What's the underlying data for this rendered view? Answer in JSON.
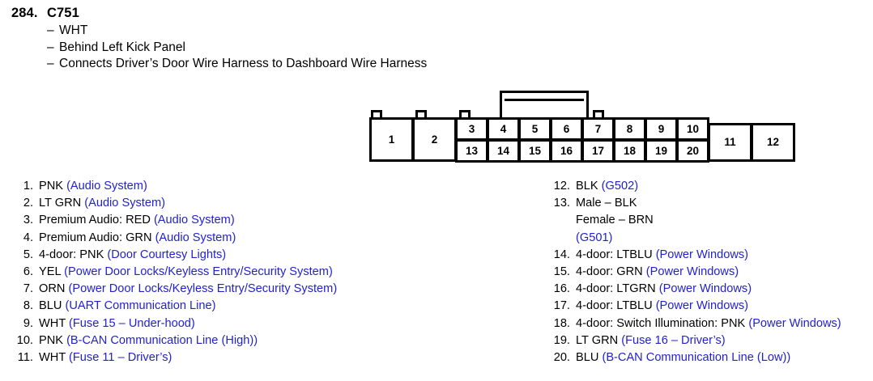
{
  "header": {
    "number": "284.",
    "connector_id": "C751",
    "lines": [
      "WHT",
      "Behind Left Kick Panel",
      "Connects Driver’s Door Wire Harness to Dashboard Wire Harness"
    ]
  },
  "connector": {
    "left_pins": [
      "1",
      "2"
    ],
    "right_pins": [
      "11",
      "12"
    ],
    "top_row": [
      "3",
      "4",
      "5",
      "6",
      "7",
      "8",
      "9",
      "10"
    ],
    "bottom_row": [
      "13",
      "14",
      "15",
      "16",
      "17",
      "18",
      "19",
      "20"
    ]
  },
  "colors": {
    "text": "#000000",
    "circuit_reference": "#2222cc",
    "outline": "#000000"
  },
  "pins_left": [
    {
      "num": "1.",
      "code": "PNK ",
      "ref": "(Audio System)"
    },
    {
      "num": "2.",
      "code": "LT GRN ",
      "ref": "(Audio System)"
    },
    {
      "num": "3.",
      "code": "Premium Audio: RED ",
      "ref": "(Audio System)"
    },
    {
      "num": "4.",
      "code": "Premium Audio: GRN ",
      "ref": "(Audio System)"
    },
    {
      "num": "5.",
      "code": "4-door: PNK ",
      "ref": "(Door Courtesy Lights)"
    },
    {
      "num": "6.",
      "code": "YEL ",
      "ref": "(Power Door Locks/Keyless Entry/Security System)"
    },
    {
      "num": "7.",
      "code": "ORN ",
      "ref": "(Power Door Locks/Keyless Entry/Security System)"
    },
    {
      "num": "8.",
      "code": "BLU ",
      "ref": "(UART Communication Line)"
    },
    {
      "num": "9.",
      "code": "WHT ",
      "ref": "(Fuse 15 – Under-hood)"
    },
    {
      "num": "10.",
      "code": "PNK ",
      "ref": "(B-CAN Communication Line (High))"
    },
    {
      "num": "11.",
      "code": "WHT ",
      "ref": "(Fuse 11 – Driver’s)"
    }
  ],
  "pins_right": [
    {
      "num": "12.",
      "code": "BLK ",
      "ref": "(G502)"
    },
    {
      "num": "13.",
      "code": "Male – BLK",
      "ref": "",
      "sub_lines": [
        "Female – BRN"
      ],
      "sub_ref": "(G501)"
    },
    {
      "num": "14.",
      "code": "4-door: LTBLU  ",
      "ref": "(Power Windows)"
    },
    {
      "num": "15.",
      "code": "4-door: GRN ",
      "ref": "(Power Windows)"
    },
    {
      "num": "16.",
      "code": "4-door: LTGRN  ",
      "ref": "(Power Windows)"
    },
    {
      "num": "17.",
      "code": "4-door: LTBLU  ",
      "ref": "(Power Windows)"
    },
    {
      "num": "18.",
      "code": "4-door: Switch Illumination: PNK ",
      "ref": "(Power Windows)"
    },
    {
      "num": "19.",
      "code": "LT GRN ",
      "ref": "(Fuse 16 – Driver’s)"
    },
    {
      "num": "20.",
      "code": "BLU ",
      "ref": "(B-CAN Communication Line (Low))"
    }
  ]
}
